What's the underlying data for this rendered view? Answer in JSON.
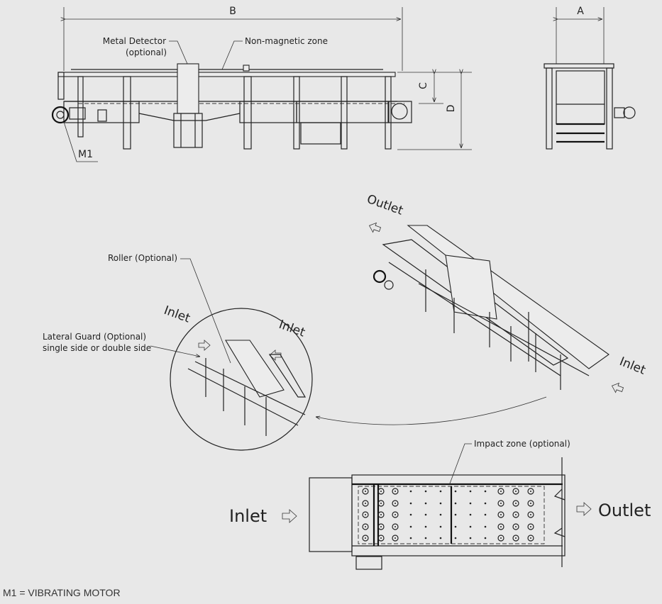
{
  "side_view": {
    "dim_b": "B",
    "dim_a": "A",
    "dim_c": "C",
    "dim_d": "D",
    "metal_detector_line1": "Metal Detector",
    "metal_detector_line2": "(optional)",
    "non_magnetic_zone": "Non-magnetic zone",
    "motor_label": "M1"
  },
  "iso_view": {
    "outlet": "Outlet",
    "inlet": "Inlet",
    "detail_inlet_left": "Inlet",
    "detail_inlet_right": "Inlet",
    "roller": "Roller (Optional)",
    "lateral_guard_line1": "Lateral Guard (Optional)",
    "lateral_guard_line2": "single side or double side"
  },
  "top_view": {
    "impact_zone": "Impact zone (optional)",
    "inlet": "Inlet",
    "outlet": "Outlet"
  },
  "footnote": "M1 = VIBRATING MOTOR"
}
